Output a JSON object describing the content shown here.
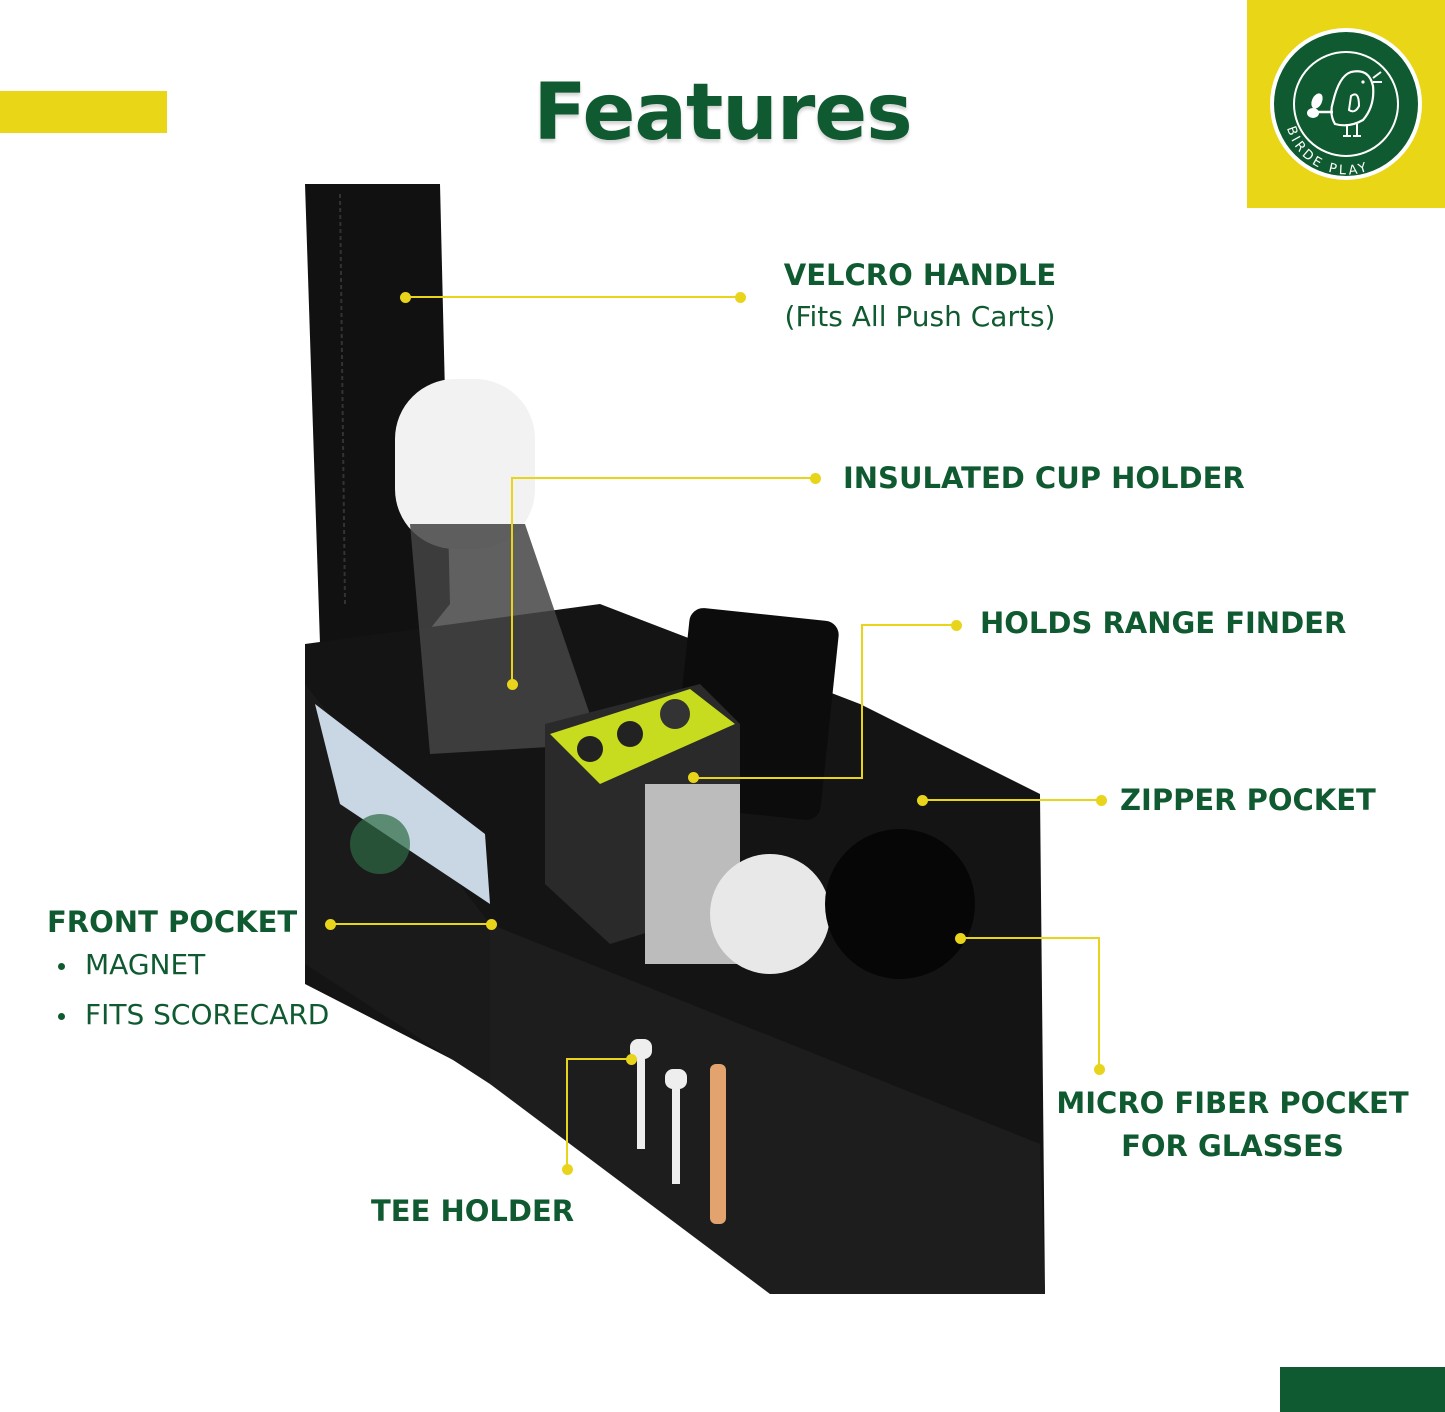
{
  "title": "Features",
  "brand": {
    "name": "BIRDE PLAY",
    "logo_icon": "bird-golf-club-icon"
  },
  "colors": {
    "brand_green": "#0f5a30",
    "accent_yellow": "#e9d616",
    "background": "#ffffff"
  },
  "callouts": {
    "velcro_handle": {
      "title": "VELCRO HANDLE",
      "subtitle": "(Fits All Push Carts)"
    },
    "cup_holder": {
      "title": "INSULATED CUP HOLDER"
    },
    "range_finder": {
      "title": "HOLDS RANGE FINDER"
    },
    "zipper_pocket": {
      "title": "ZIPPER POCKET"
    },
    "front_pocket": {
      "title": "FRONT POCKET",
      "bullets": [
        "MAGNET",
        "FITS SCORECARD"
      ]
    },
    "glasses_pocket": {
      "line1": "MICRO FIBER POCKET",
      "line2": "FOR GLASSES"
    },
    "tee_holder": {
      "title": "TEE HOLDER"
    }
  },
  "product_image": {
    "description": "Black golf push cart organizer bag with water bottle, range finder, golf balls, sunglasses, tees and pencil"
  }
}
